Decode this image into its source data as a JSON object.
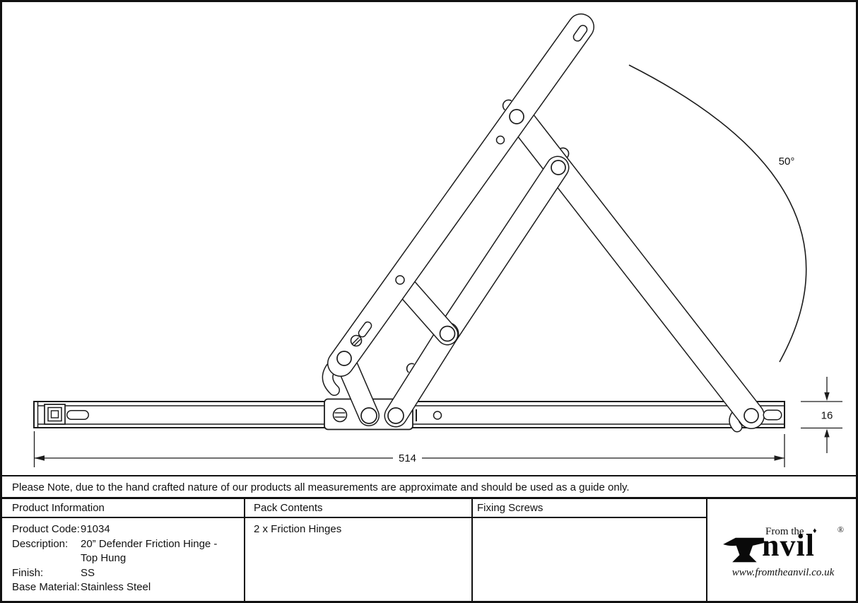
{
  "drawing": {
    "angle_label": "50°",
    "length_label": "514",
    "height_label": "16"
  },
  "note": "Please Note, due to the hand crafted nature of our products all measurements are approximate and should be used as a guide only.",
  "table": {
    "headers": {
      "product_information": "Product Information",
      "pack_contents": "Pack Contents",
      "fixing_screws": "Fixing Screws"
    },
    "product_info": {
      "rows": [
        {
          "label": "Product Code:",
          "value": "91034"
        },
        {
          "label": "Description:",
          "value": "20” Defender Friction Hinge -"
        },
        {
          "label": "",
          "value": "Top Hung"
        },
        {
          "label": "Finish:",
          "value": "SS"
        },
        {
          "label": "Base Material:",
          "value": "Stainless Steel"
        }
      ]
    },
    "pack_contents_value": "2 x Friction Hinges",
    "fixing_screws_value": ""
  },
  "logo": {
    "from_the": "From the",
    "diamond": "♦",
    "name_rest": "nvil",
    "registered": "®",
    "website": "www.fromtheanvil.co.uk"
  },
  "colors": {
    "line": "#1c1c1c",
    "background": "#ffffff",
    "text": "#111111"
  }
}
